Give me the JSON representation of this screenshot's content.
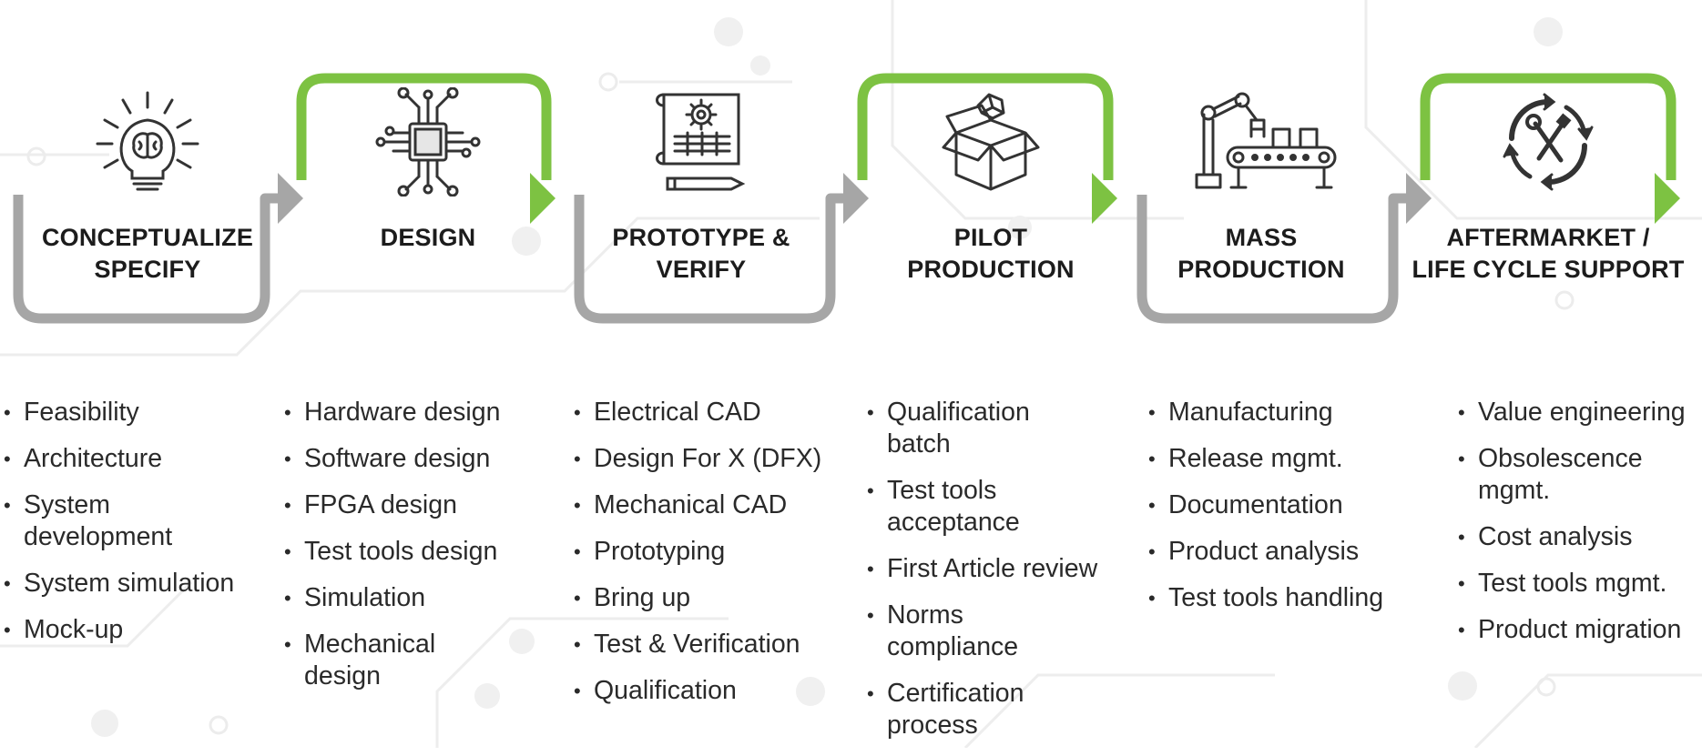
{
  "colors": {
    "accent_green": "#7DC242",
    "connector_gray": "#A6A6A6",
    "text_dark": "#1C1C1C",
    "icon_dark": "#333333"
  },
  "stages": [
    {
      "id": "conceptualize",
      "icon": "lightbulb-brain-icon",
      "title_lines": [
        "CONCEPTUALIZE",
        "SPECIFY"
      ],
      "bullets": [
        "Feasibility",
        "Architecture",
        "System\ndevelopment",
        "System simulation",
        "Mock-up"
      ]
    },
    {
      "id": "design",
      "icon": "circuit-chip-icon",
      "title_lines": [
        "DESIGN"
      ],
      "bullets": [
        "Hardware design",
        "Software design",
        "FPGA design",
        "Test tools design",
        "Simulation",
        "Mechanical\ndesign"
      ]
    },
    {
      "id": "prototype",
      "icon": "blueprint-gear-icon",
      "title_lines": [
        "PROTOTYPE &",
        "VERIFY"
      ],
      "bullets": [
        "Electrical CAD",
        "Design For X (DFX)",
        "Mechanical CAD",
        "Prototyping",
        "Bring up",
        "Test & Verification",
        "Qualification"
      ]
    },
    {
      "id": "pilot",
      "icon": "open-box-icon",
      "title_lines": [
        "PILOT",
        "PRODUCTION"
      ],
      "bullets": [
        "Qualification\nbatch",
        "Test tools\nacceptance",
        "First Article review",
        "Norms\ncompliance",
        "Certification\nprocess"
      ]
    },
    {
      "id": "mass",
      "icon": "robotic-arm-conveyor-icon",
      "title_lines": [
        "MASS",
        "PRODUCTION"
      ],
      "bullets": [
        "Manufacturing",
        "Release mgmt.",
        "Documentation",
        "Product analysis",
        "Test tools handling"
      ]
    },
    {
      "id": "aftermarket",
      "icon": "tools-cycle-icon",
      "title_lines": [
        "AFTERMARKET /",
        "LIFE CYCLE SUPPORT"
      ],
      "bullets": [
        "Value engineering",
        "Obsolescence\nmgmt.",
        "Cost analysis",
        "Test tools mgmt.",
        "Product migration"
      ]
    }
  ]
}
